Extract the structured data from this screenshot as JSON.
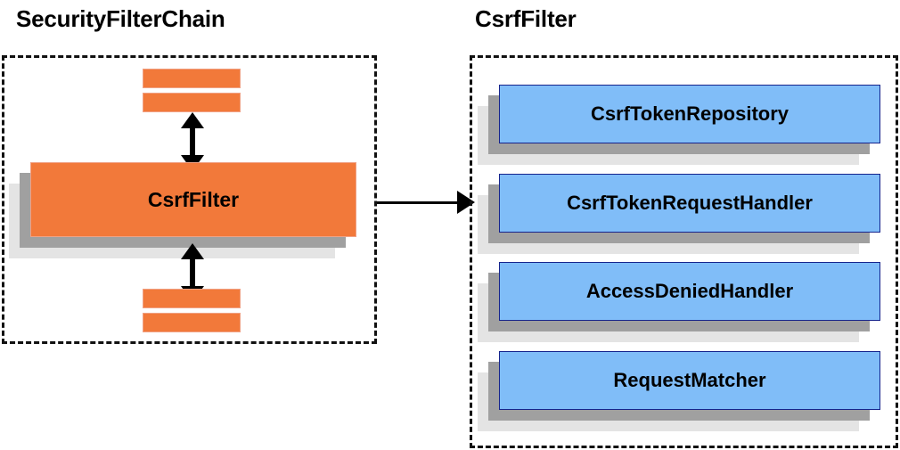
{
  "diagram": {
    "background_color": "#ffffff",
    "panels": [
      {
        "id": "security-filter-chain",
        "title": "SecurityFilterChain",
        "border_style": "dashed",
        "border_color": "#111111"
      },
      {
        "id": "csrf-filter",
        "title": "CsrfFilter",
        "border_style": "dashed",
        "border_color": "#111111"
      }
    ],
    "colors": {
      "orange_fill": "#f2793a",
      "orange_border": "#f0a184",
      "blue_fill": "#80bdf8",
      "blue_border": "#16248c",
      "shadow_mid": "#a0a0a0",
      "shadow_back": "#e4e4e4",
      "stroke": "#000000"
    },
    "left_panel": {
      "filters_above": [
        {
          "label": "",
          "name": "filter-bar-above-1"
        },
        {
          "label": "",
          "name": "filter-bar-above-2"
        }
      ],
      "highlighted_filter": {
        "label": "CsrfFilter"
      },
      "filters_below": [
        {
          "label": "",
          "name": "filter-bar-below-1"
        },
        {
          "label": "",
          "name": "filter-bar-below-2"
        }
      ],
      "arrows": [
        {
          "name": "arrow-above-csrffilter",
          "direction": "bidirectional-vertical"
        },
        {
          "name": "arrow-below-csrffilter",
          "direction": "bidirectional-vertical"
        }
      ]
    },
    "connector": {
      "name": "csrffilter-expand-arrow",
      "direction": "right",
      "from": "security-filter-chain",
      "to": "csrf-filter"
    },
    "right_panel": {
      "collaborators": [
        {
          "label": "CsrfTokenRepository"
        },
        {
          "label": "CsrfTokenRequestHandler"
        },
        {
          "label": "AccessDeniedHandler"
        },
        {
          "label": "RequestMatcher"
        }
      ]
    }
  }
}
